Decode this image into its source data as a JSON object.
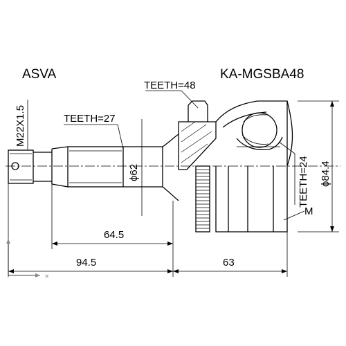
{
  "brand": "ASVA",
  "part_number": "KA-MGSBA48",
  "labels": {
    "teeth_outer": "TEETH=48",
    "teeth_shaft": "TEETH=27",
    "teeth_inner": "TEETH=24",
    "thread": "M22X1.5",
    "diameter_shaft": "ϕ62",
    "diameter_housing": "ϕ84.4",
    "m_marker": "M"
  },
  "dimensions": {
    "shaft_length": "64.5",
    "total_shaft": "94.5",
    "housing_length": "63"
  }
}
